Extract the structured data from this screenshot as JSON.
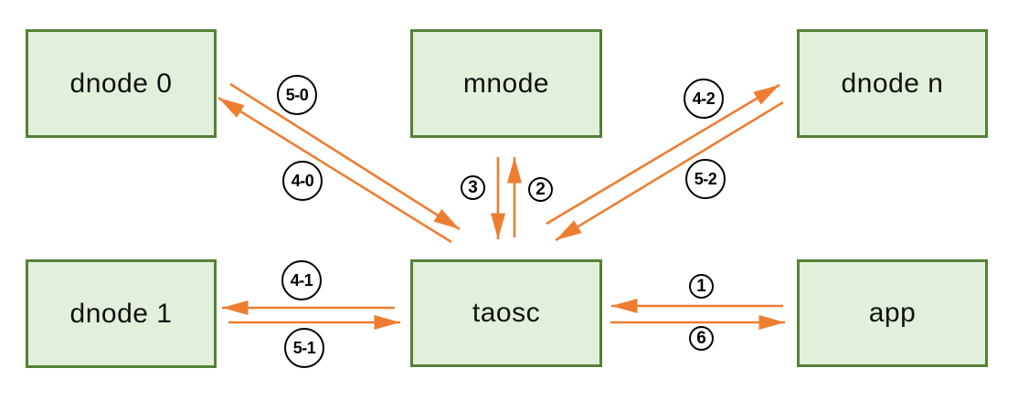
{
  "diagram": {
    "colors": {
      "arrow": "#ED7D31",
      "node_fill": "#E2EFDA",
      "node_border": "#548235",
      "text": "#111111",
      "badge_border": "#000000",
      "background": "#ffffff"
    },
    "nodes": [
      {
        "id": "dnode0",
        "label": "dnode 0"
      },
      {
        "id": "mnode",
        "label": "mnode"
      },
      {
        "id": "dnoden",
        "label": "dnode n"
      },
      {
        "id": "dnode1",
        "label": "dnode 1"
      },
      {
        "id": "taosc",
        "label": "taosc"
      },
      {
        "id": "app",
        "label": "app"
      }
    ],
    "edges": [
      {
        "from": "app",
        "to": "taosc",
        "label": "1"
      },
      {
        "from": "taosc",
        "to": "mnode",
        "label": "2"
      },
      {
        "from": "mnode",
        "to": "taosc",
        "label": "3"
      },
      {
        "from": "taosc",
        "to": "dnode0",
        "label": "4-0"
      },
      {
        "from": "dnode0",
        "to": "taosc",
        "label": "5-0"
      },
      {
        "from": "taosc",
        "to": "dnode1",
        "label": "4-1"
      },
      {
        "from": "dnode1",
        "to": "taosc",
        "label": "5-1"
      },
      {
        "from": "taosc",
        "to": "dnoden",
        "label": "4-2"
      },
      {
        "from": "dnoden",
        "to": "taosc",
        "label": "5-2"
      },
      {
        "from": "taosc",
        "to": "app",
        "label": "6"
      }
    ]
  }
}
